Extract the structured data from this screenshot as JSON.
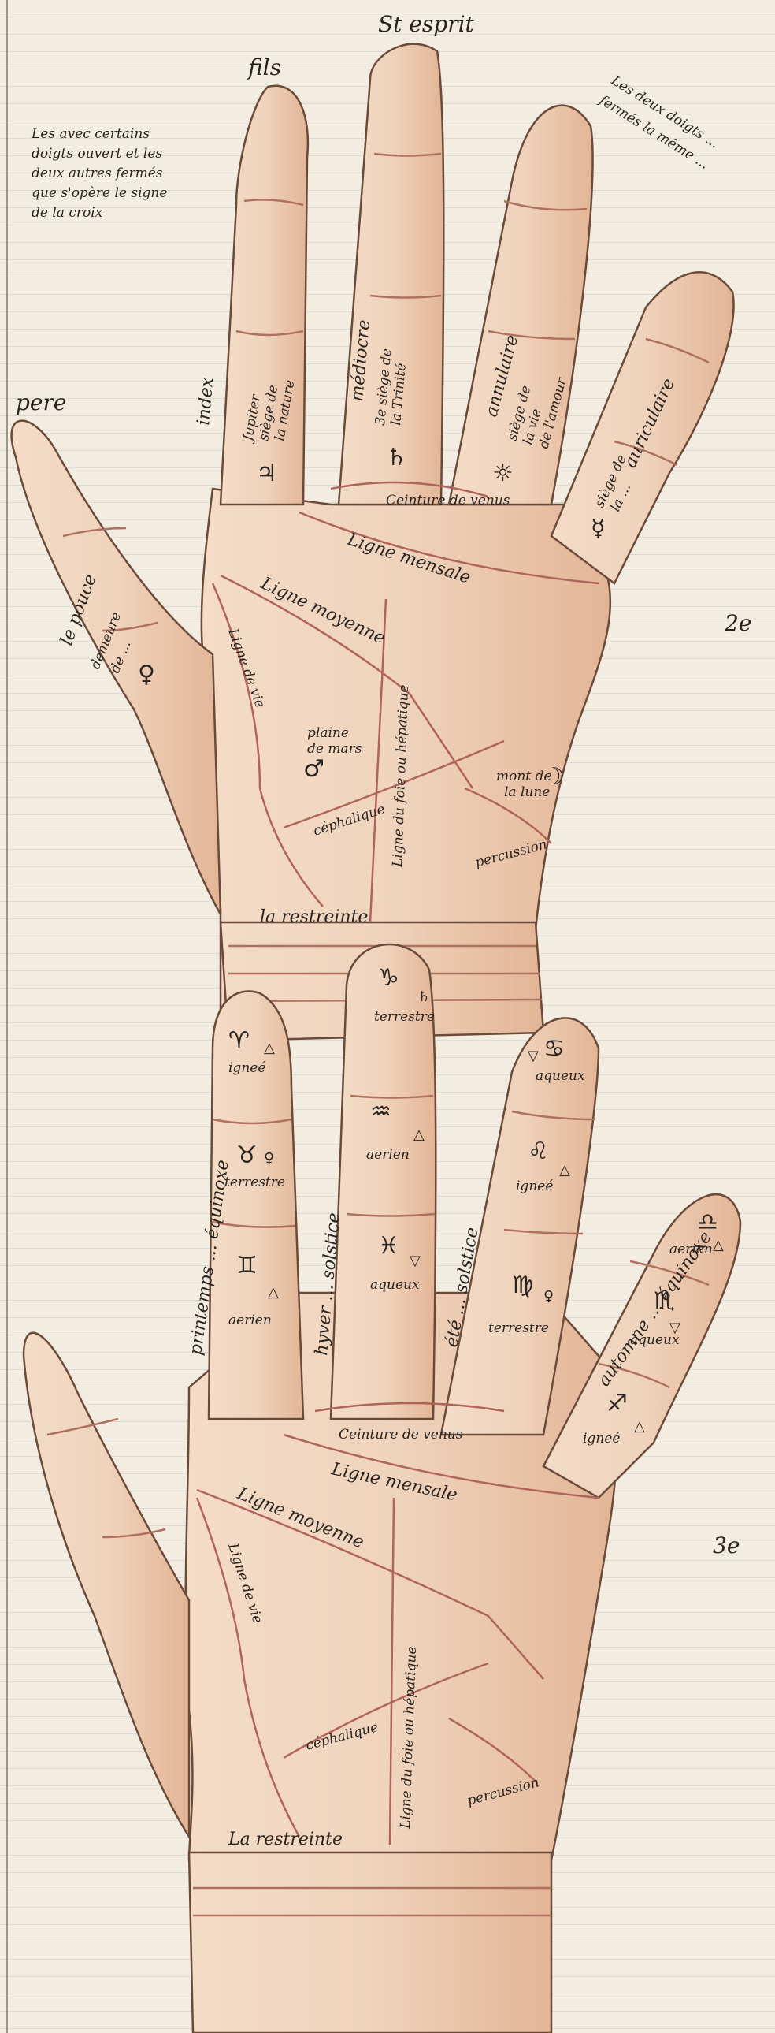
{
  "top_labels": {
    "saint_esprit": "St esprit",
    "fils": "fils",
    "pere": "pere",
    "note_left": [
      "Les avec certains",
      "doigts ouvert et les",
      "deux autres fermés",
      "que s'opère le signe",
      "de la croix"
    ],
    "note_right": [
      "Les deux doigts ...",
      "fermés la même ..."
    ],
    "figure_number": "2e"
  },
  "hand_one": {
    "fingers": {
      "thumb": "le pouce",
      "index": "index",
      "middle": "médiocre",
      "ring": "annulaire",
      "little": "auriculaire"
    },
    "finger_notes": {
      "index_note": [
        "Jupiter",
        "siège de",
        "la nature"
      ],
      "middle_note": [
        "3e siège de",
        "la Trinité"
      ],
      "ring_note": [
        "siège de",
        "la vie",
        "de l'amour"
      ],
      "little_note": [
        "siège de",
        "la ..."
      ],
      "thumb_note": [
        "demeure",
        "de ..."
      ]
    },
    "planet_symbols": {
      "index": "♃",
      "middle": "♄",
      "ring": "☼",
      "little": "☿",
      "thumb": "♀",
      "palm_center": "♂",
      "moon": "☽"
    },
    "palm_lines": {
      "ceinture": "Ceinture de venus",
      "mensale": "Ligne mensale",
      "moyenne": "Ligne moyenne",
      "vie": "Ligne de vie",
      "foie": "Ligne du foie ou hépatique",
      "plaine": [
        "plaine",
        "de mars"
      ],
      "cephalique": "céphalique",
      "mont_lune": [
        "mont de",
        "la lune"
      ],
      "percussion": "percussion",
      "restreinte": "la restreinte"
    }
  },
  "hand_two": {
    "figure_number": "3e",
    "season_labels": {
      "index": "printemps ... équinoxe",
      "middle": "hyver ... solstice",
      "ring": "été ... solstice",
      "little": "automne ... équinoxe"
    },
    "zodiac": {
      "index": [
        {
          "sign": "♈",
          "element": "igneé",
          "element_symbol": "△"
        },
        {
          "sign": "♉",
          "element": "terrestre",
          "element_symbol": "♀"
        },
        {
          "sign": "♊",
          "element": "aerien",
          "element_symbol": "△"
        }
      ],
      "middle": [
        {
          "sign": "♑",
          "element": "terrestre",
          "element_symbol": "♄"
        },
        {
          "sign": "♒",
          "element": "aerien",
          "element_symbol": "△"
        },
        {
          "sign": "♓",
          "element": "aqueux",
          "element_symbol": "▽"
        }
      ],
      "ring": [
        {
          "sign": "♋",
          "element": "aqueux",
          "element_symbol": "▽"
        },
        {
          "sign": "♌",
          "element": "igneé",
          "element_symbol": "△"
        },
        {
          "sign": "♍",
          "element": "terrestre",
          "element_symbol": "♀"
        }
      ],
      "little": [
        {
          "sign": "♎",
          "element": "aerien",
          "element_symbol": "△"
        },
        {
          "sign": "♏",
          "element": "aqueux",
          "element_symbol": "▽"
        },
        {
          "sign": "♐",
          "element": "igneé",
          "element_symbol": "△"
        }
      ]
    },
    "palm_lines": {
      "ceinture": "Ceinture de venus",
      "mensale": "Ligne mensale",
      "moyenne": "Ligne moyenne",
      "vie": "Ligne de vie",
      "foie": "Ligne du foie ou hépatique",
      "cephalique": "céphalique",
      "percussion": "percussion",
      "restreinte": "La restreinte"
    }
  },
  "colors": {
    "paper": "#f3ece0",
    "skin": "#efd3bc",
    "skin_shadow": "#d9a582",
    "outline": "#6b4a3a",
    "palm_line": "#b0645a",
    "ink": "#2a2420"
  }
}
